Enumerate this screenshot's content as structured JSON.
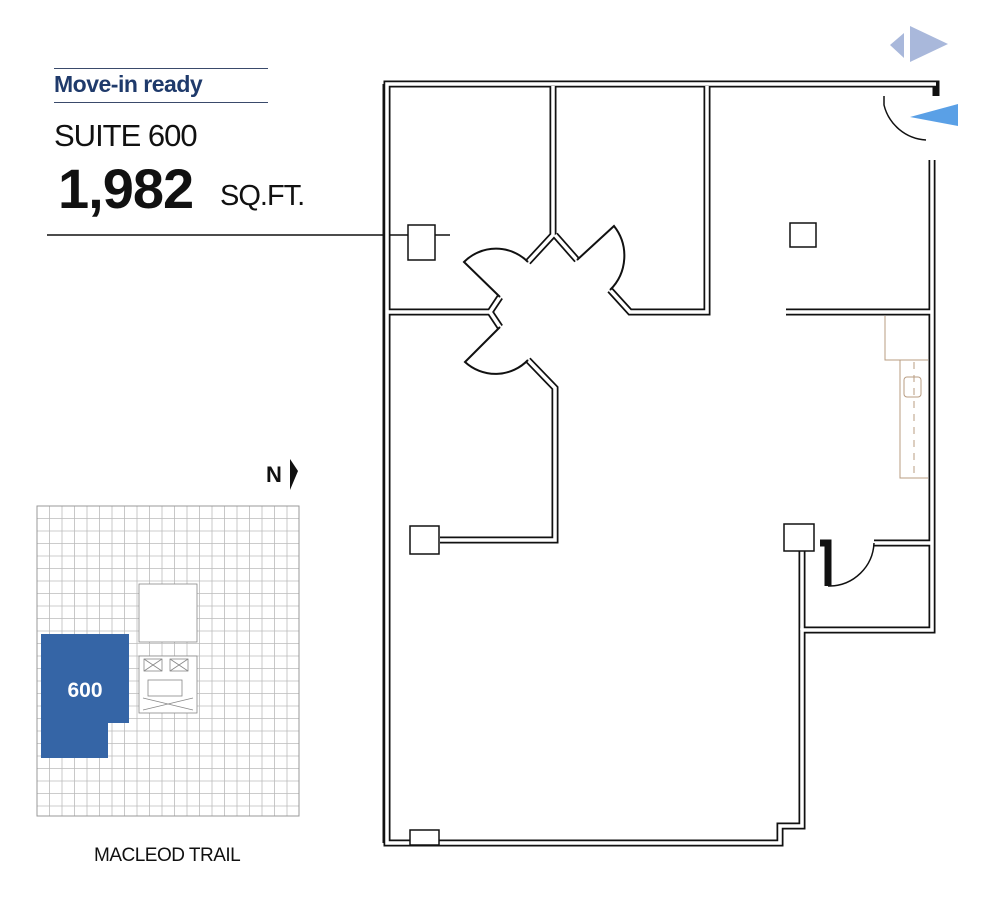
{
  "header": {
    "status": "Move-in ready",
    "suite": "SUITE 600",
    "area": "1,982",
    "area_unit": "SQ.FT."
  },
  "key_plan": {
    "suite_label": "600",
    "north_label": "N",
    "street_label": "MACLEOD TRAIL",
    "highlight_color": "#3565a6"
  },
  "colors": {
    "accent": "#1f3a6b",
    "nav_arrow": "#a9b8db",
    "entry_arrow": "#5aa0e6",
    "millwork": "#b89c82"
  }
}
